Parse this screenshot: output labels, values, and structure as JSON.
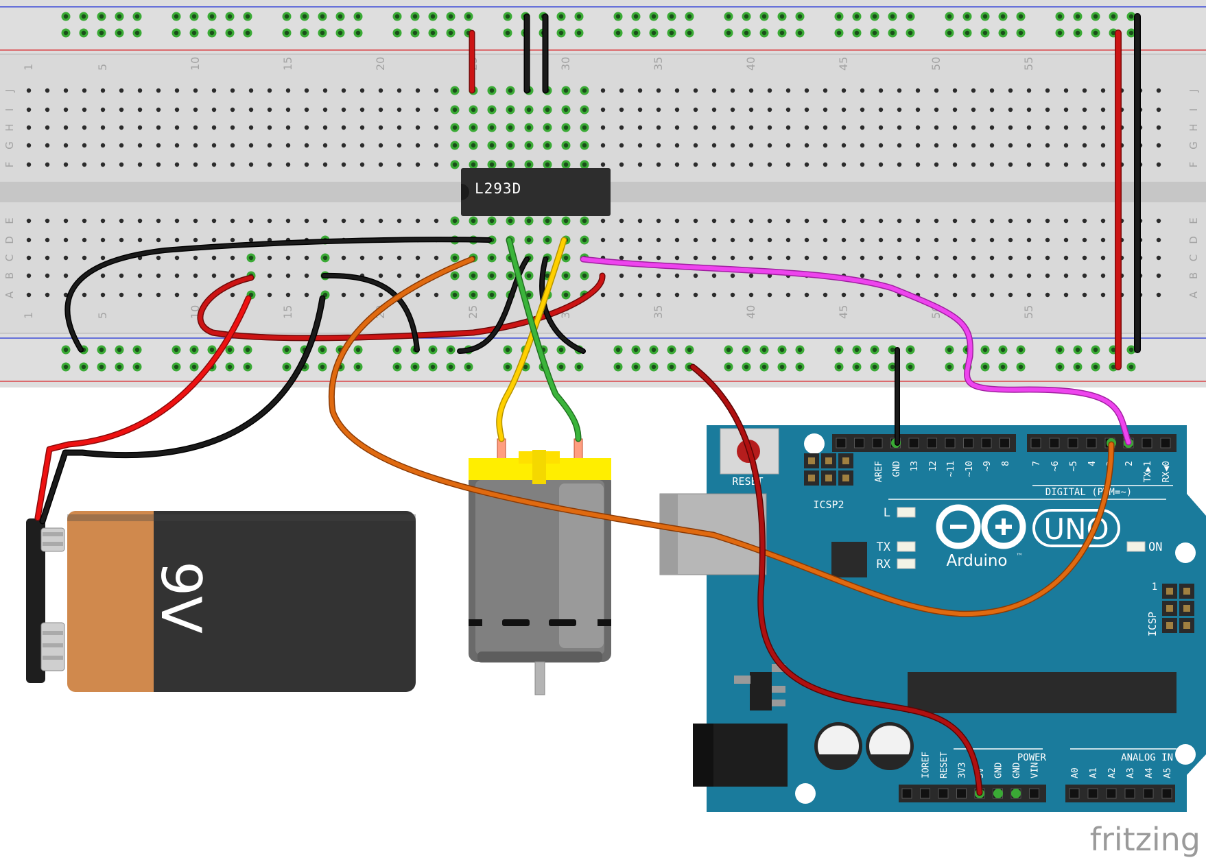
{
  "breadboard": {
    "column_numbers_top": [
      "1",
      "5",
      "10",
      "15",
      "20",
      "25",
      "30",
      "35",
      "40",
      "45",
      "50",
      "55"
    ],
    "column_numbers_bottom": [
      "1",
      "5",
      "10",
      "15",
      "20",
      "25",
      "30",
      "35",
      "40",
      "45",
      "50",
      "55"
    ],
    "row_letters_left_top": [
      "J",
      "I",
      "H",
      "G",
      "F"
    ],
    "row_letters_left_bottom": [
      "E",
      "D",
      "C",
      "B",
      "A"
    ],
    "row_letters_right_top": [
      "J",
      "I",
      "H",
      "G",
      "F"
    ],
    "row_letters_right_bottom": [
      "E",
      "D",
      "C",
      "B",
      "A"
    ]
  },
  "chip": {
    "label": "L293D"
  },
  "battery": {
    "label": "9V"
  },
  "arduino": {
    "reset_label": "RESET",
    "icsp2_label": "ICSP2",
    "icsp_label": "ICSP",
    "icsp_pin1": "1",
    "digital_label": "DIGITAL (PWM=~)",
    "top_pins": [
      "AREF",
      "GND",
      "13",
      "12",
      "~11",
      "~10",
      "~9",
      "8",
      "7",
      "~6",
      "~5",
      "4",
      "~3",
      "2",
      "TX▶1",
      "RX◀0"
    ],
    "led_L": "L",
    "led_TX": "TX",
    "led_RX": "RX",
    "led_ON": "ON",
    "brand": "Arduino",
    "tm": "™",
    "model": "UNO",
    "power_label": "POWER",
    "power_pins": [
      "IOREF",
      "RESET",
      "3V3",
      "5V",
      "GND",
      "GND",
      "VIN"
    ],
    "analog_label": "ANALOG IN",
    "analog_pins": [
      "A0",
      "A1",
      "A2",
      "A3",
      "A4",
      "A5"
    ]
  },
  "watermark": "fritzing",
  "colors": {
    "breadboard": "#d9d9d9",
    "hole": "#2b2b2b",
    "hole_active": "#3aaa35",
    "rail_red": "#d9252a",
    "rail_blue": "#1d2fd6",
    "chip": "#2d2d2d",
    "arduino": "#1a7b9c",
    "wire_red": "#cc1414",
    "wire_dark_red": "#b01010",
    "wire_black": "#1a1a1a",
    "wire_orange": "#e06a10",
    "wire_yellow": "#ffd000",
    "wire_green": "#3bb43b",
    "wire_magenta": "#ee44ee",
    "battery_copper": "#d0894d",
    "battery_body": "#333333",
    "motor_yellow": "#ffee00",
    "motor_body": "#777777"
  }
}
